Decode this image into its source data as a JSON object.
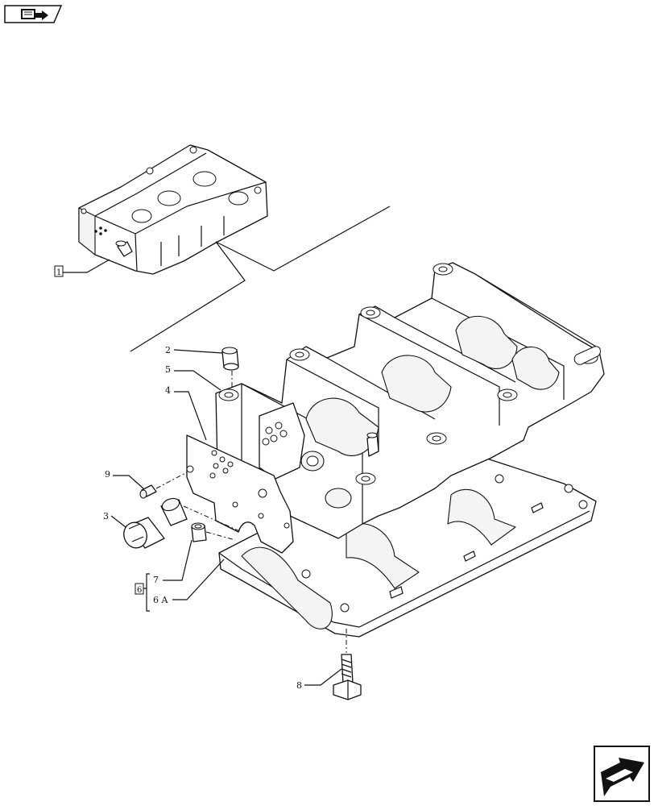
{
  "callouts": {
    "item_1": "1",
    "item_2": "2",
    "item_3": "3",
    "item_4": "4",
    "item_5": "5",
    "item_6": "6",
    "item_6a": "6 A",
    "item_7": "7",
    "item_8": "8",
    "item_9": "9"
  },
  "icons": {
    "top_left": "book-arrow-icon",
    "bottom_right": "next-page-arrow-icon"
  }
}
